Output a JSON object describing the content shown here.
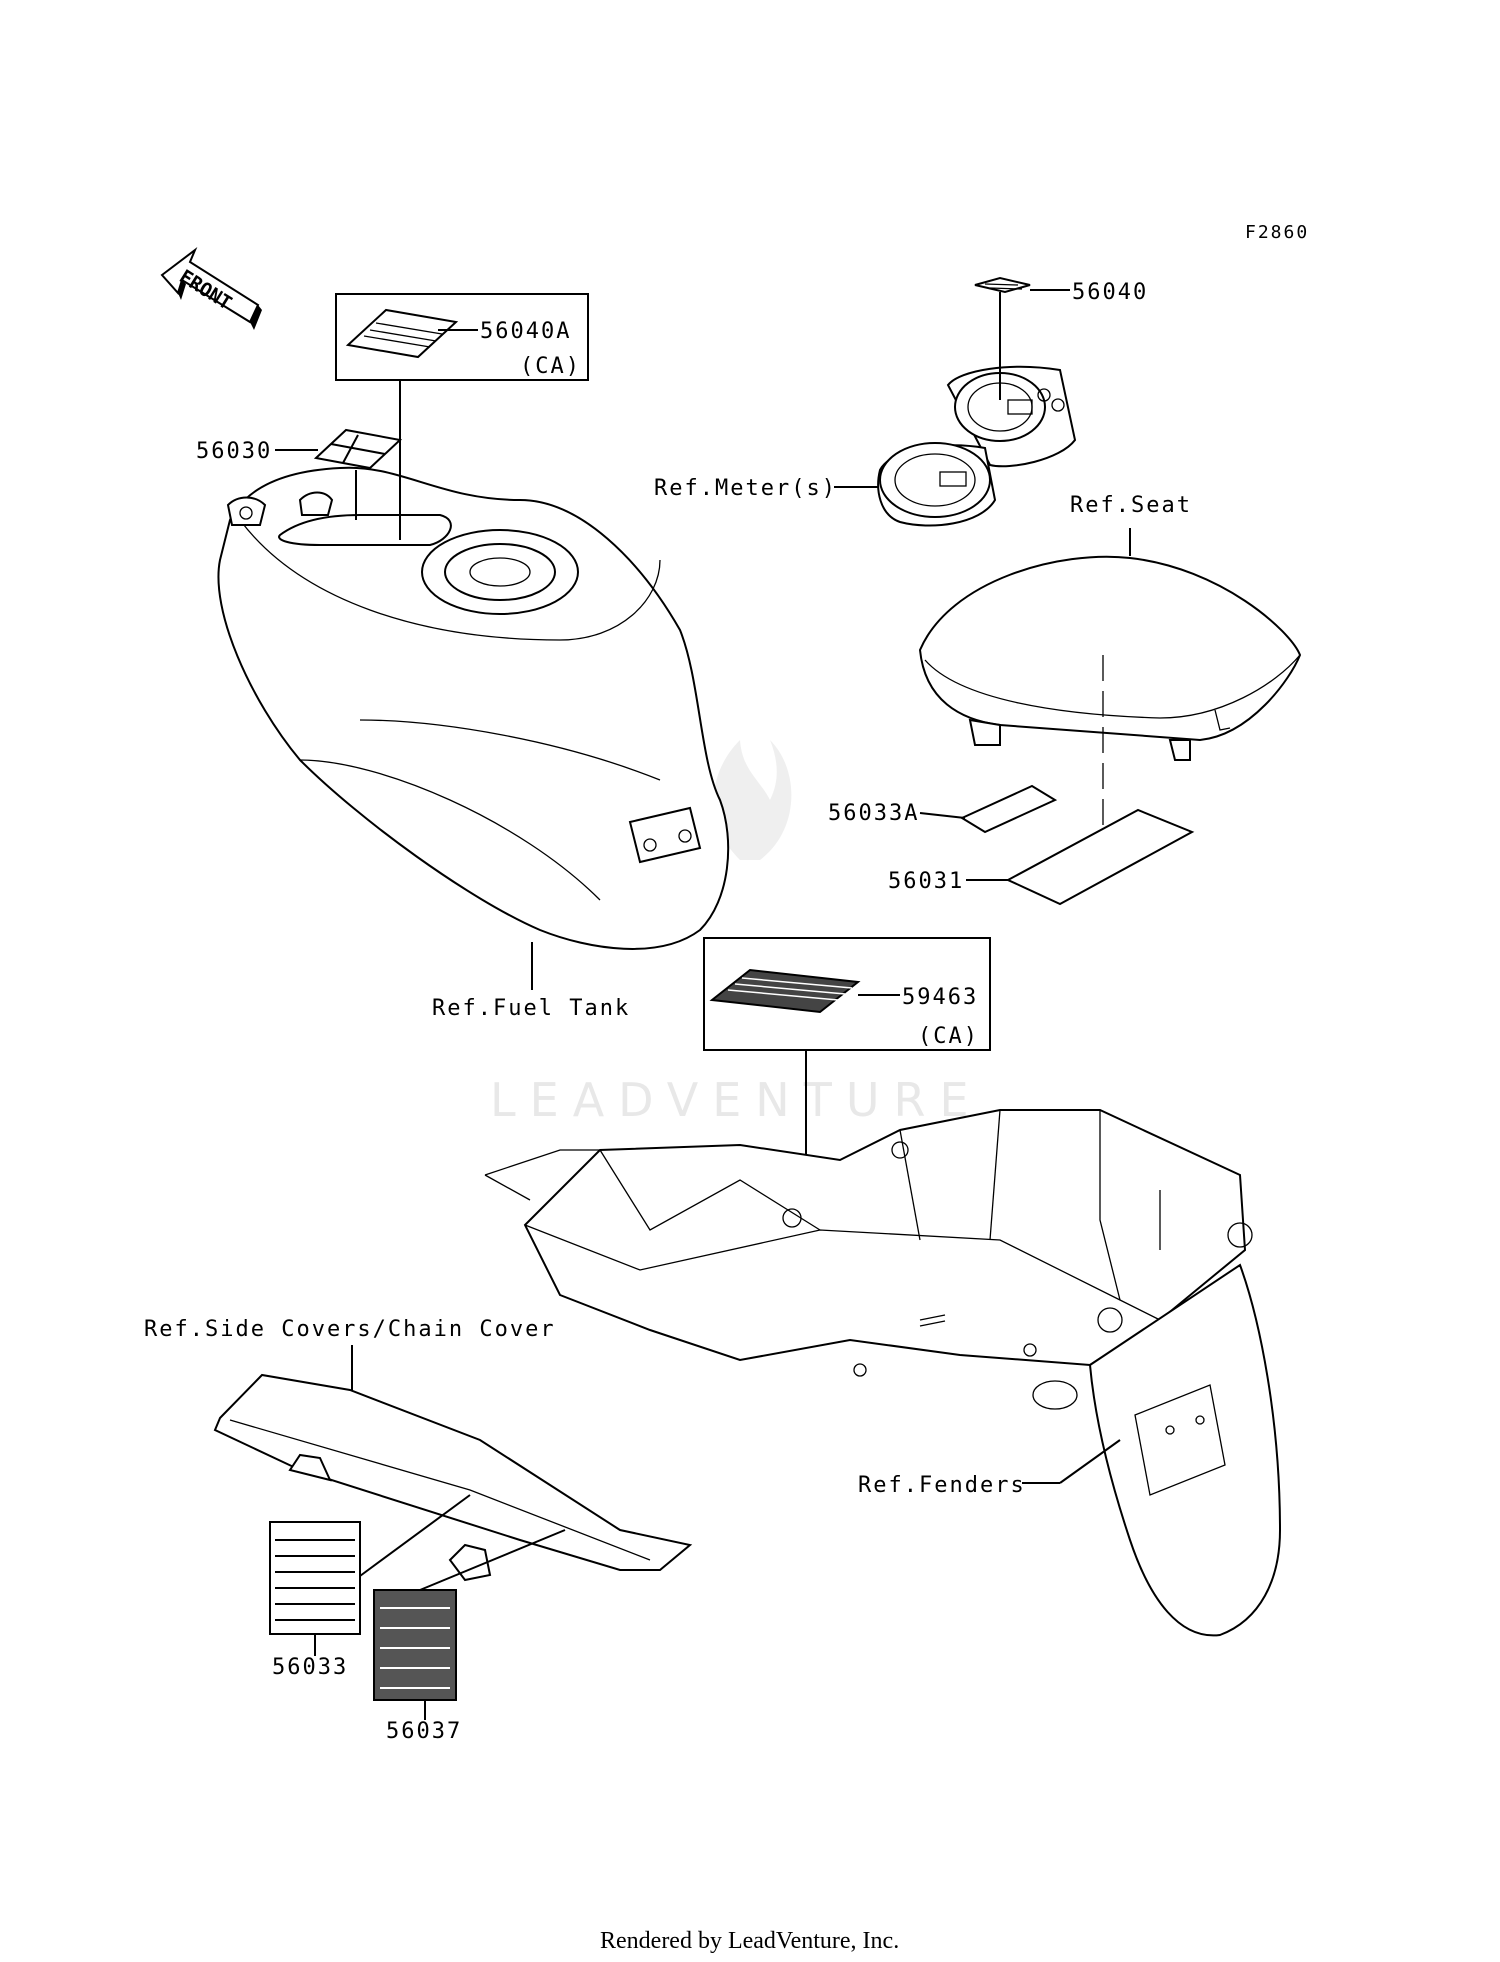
{
  "diagram_code": "F2860",
  "front_label": "FRONT",
  "watermark": "LEADVENTURE",
  "footer": "Rendered by LeadVenture, Inc.",
  "callouts": {
    "p56040a": "56040A",
    "p56040a_variant": "(CA)",
    "p56030": "56030",
    "p56040": "56040",
    "meter": "Ref.Meter(s)",
    "seat": "Ref.Seat",
    "p56033a": "56033A",
    "p56031": "56031",
    "fuel_tank": "Ref.Fuel Tank",
    "p59463": "59463",
    "p59463_variant": "(CA)",
    "side_covers": "Ref.Side Covers/Chain Cover",
    "fenders": "Ref.Fenders",
    "p56033": "56033",
    "p56037": "56037"
  }
}
